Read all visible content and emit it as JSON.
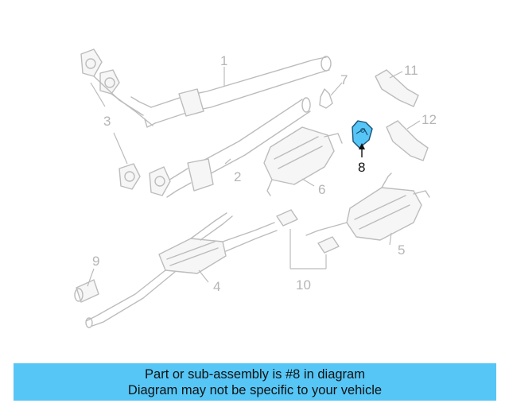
{
  "diagram": {
    "highlighted_part": "8",
    "highlight_color": "#56c6f6",
    "callouts": {
      "c1": "1",
      "c2": "2",
      "c3": "3",
      "c4": "4",
      "c5": "5",
      "c6": "6",
      "c7": "7",
      "c8": "8",
      "c9": "9",
      "c10": "10",
      "c11": "11",
      "c12": "12"
    }
  },
  "banner": {
    "background": "#56c6f6",
    "line1": "Part or sub-assembly is #8 in diagram",
    "line2": "Diagram may not be specific to your vehicle"
  }
}
